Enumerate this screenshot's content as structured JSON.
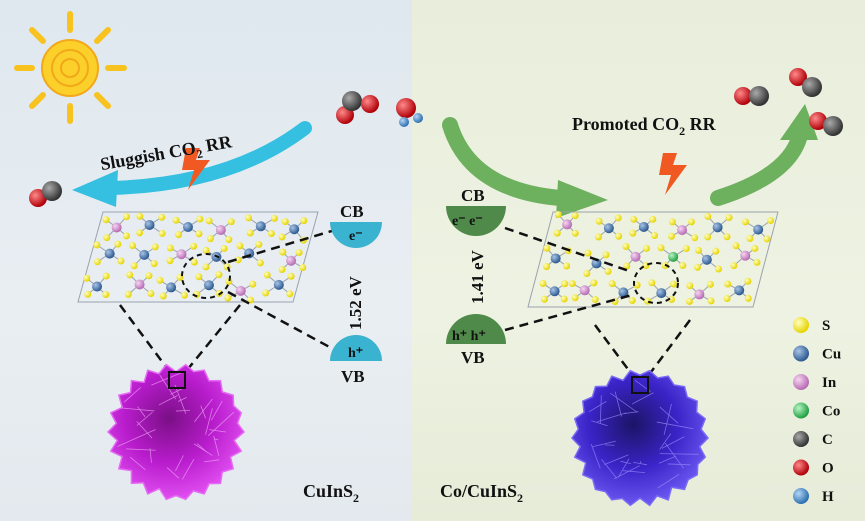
{
  "left_panel": {
    "reaction_label": "Sluggish CO",
    "reaction_sub": "2",
    "reaction_tail": " RR",
    "cb_label": "CB",
    "cb_charge": "e⁻",
    "band_gap": "1.52 eV",
    "vb_label": "VB",
    "vb_charge": "h⁺",
    "material_name": "CuInS",
    "material_sub": "2",
    "band_color": "#39b3d0",
    "arrow_color": "#35bfe0",
    "particle_color": "#c020d8"
  },
  "right_panel": {
    "reaction_label": "Promoted CO",
    "reaction_sub": "2",
    "reaction_tail": " RR",
    "cb_label": "CB",
    "cb_charge": "e⁻ e⁻",
    "band_gap": "1.41 eV",
    "vb_label": "VB",
    "vb_charge": "h⁺ h⁺",
    "material_name": "Co/CuInS",
    "material_sub": "2",
    "band_color": "#4f8a4a",
    "arrow_color": "#6db05e",
    "particle_color": "#4a2ee0"
  },
  "legend": [
    {
      "label": "S",
      "color": "#f2ea1e",
      "icon": "sulfur-atom"
    },
    {
      "label": "Cu",
      "color": "#3f6fa8",
      "icon": "copper-atom"
    },
    {
      "label": "In",
      "color": "#d78ad2",
      "icon": "indium-atom"
    },
    {
      "label": "Co",
      "color": "#36c257",
      "icon": "cobalt-atom"
    },
    {
      "label": "C",
      "color": "#555555",
      "icon": "carbon-atom"
    },
    {
      "label": "O",
      "color": "#d9141b",
      "icon": "oxygen-atom"
    },
    {
      "label": "H",
      "color": "#3f86c8",
      "icon": "hydrogen-atom"
    }
  ]
}
